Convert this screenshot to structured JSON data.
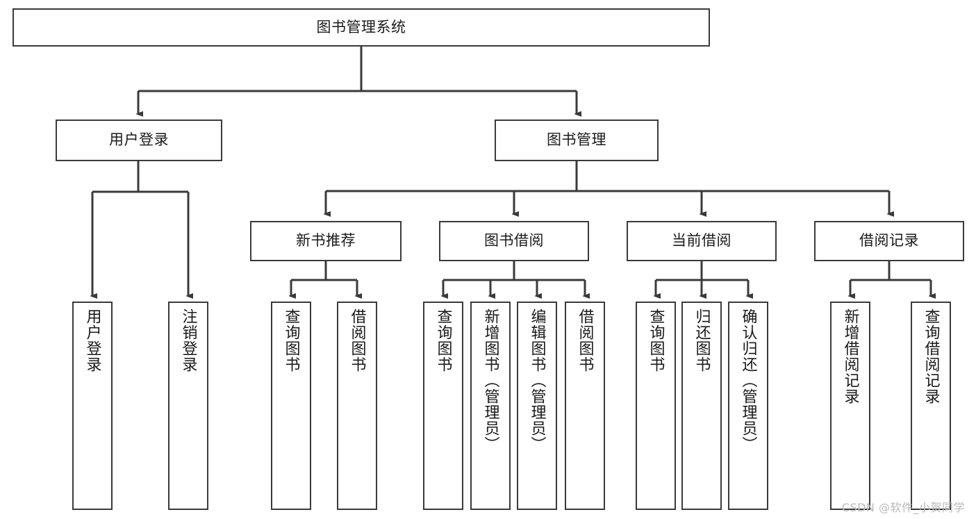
{
  "diagram": {
    "title": "图书管理系统",
    "type": "function-structure-tree",
    "colors": {
      "box_border": "#3a3a3a",
      "box_fill": "#ffffff",
      "connector": "#3a3a3a",
      "text": "#1a1a1a",
      "watermark": "#b9b9b9",
      "background": "#ffffff"
    },
    "root": {
      "label": "图书管理系统"
    },
    "level2": [
      {
        "id": "user-login",
        "label": "用户登录"
      },
      {
        "id": "book-management",
        "label": "图书管理"
      }
    ],
    "level3": [
      {
        "id": "new-book-recommend",
        "label": "新书推荐",
        "parent": "book-management"
      },
      {
        "id": "book-borrow",
        "label": "图书借阅",
        "parent": "book-management"
      },
      {
        "id": "current-borrow",
        "label": "当前借阅",
        "parent": "book-management"
      },
      {
        "id": "borrow-record",
        "label": "借阅记录",
        "parent": "book-management"
      }
    ],
    "leaves": [
      {
        "id": "leaf-user-login",
        "label": "用户登录",
        "parent": "user-login"
      },
      {
        "id": "leaf-user-logout",
        "label": "注销登录",
        "parent": "user-login"
      },
      {
        "id": "leaf-query-book-1",
        "label": "查询图书",
        "parent": "new-book-recommend"
      },
      {
        "id": "leaf-borrow-book-1",
        "label": "借阅图书",
        "parent": "new-book-recommend"
      },
      {
        "id": "leaf-query-book-2",
        "label": "查询图书",
        "parent": "book-borrow"
      },
      {
        "id": "leaf-add-book",
        "label": "新增图书（管理员）",
        "parent": "book-borrow"
      },
      {
        "id": "leaf-edit-book",
        "label": "编辑图书（管理员）",
        "parent": "book-borrow"
      },
      {
        "id": "leaf-borrow-book-2",
        "label": "借阅图书",
        "parent": "book-borrow"
      },
      {
        "id": "leaf-query-book-3",
        "label": "查询图书",
        "parent": "current-borrow"
      },
      {
        "id": "leaf-return-book",
        "label": "归还图书",
        "parent": "current-borrow"
      },
      {
        "id": "leaf-confirm-return",
        "label": "确认归还（管理员）",
        "parent": "current-borrow"
      },
      {
        "id": "leaf-add-record",
        "label": "新增借阅记录",
        "parent": "borrow-record"
      },
      {
        "id": "leaf-query-record",
        "label": "查询借阅记录",
        "parent": "borrow-record"
      }
    ],
    "watermark": "CSDN @软件_小贺同学"
  }
}
